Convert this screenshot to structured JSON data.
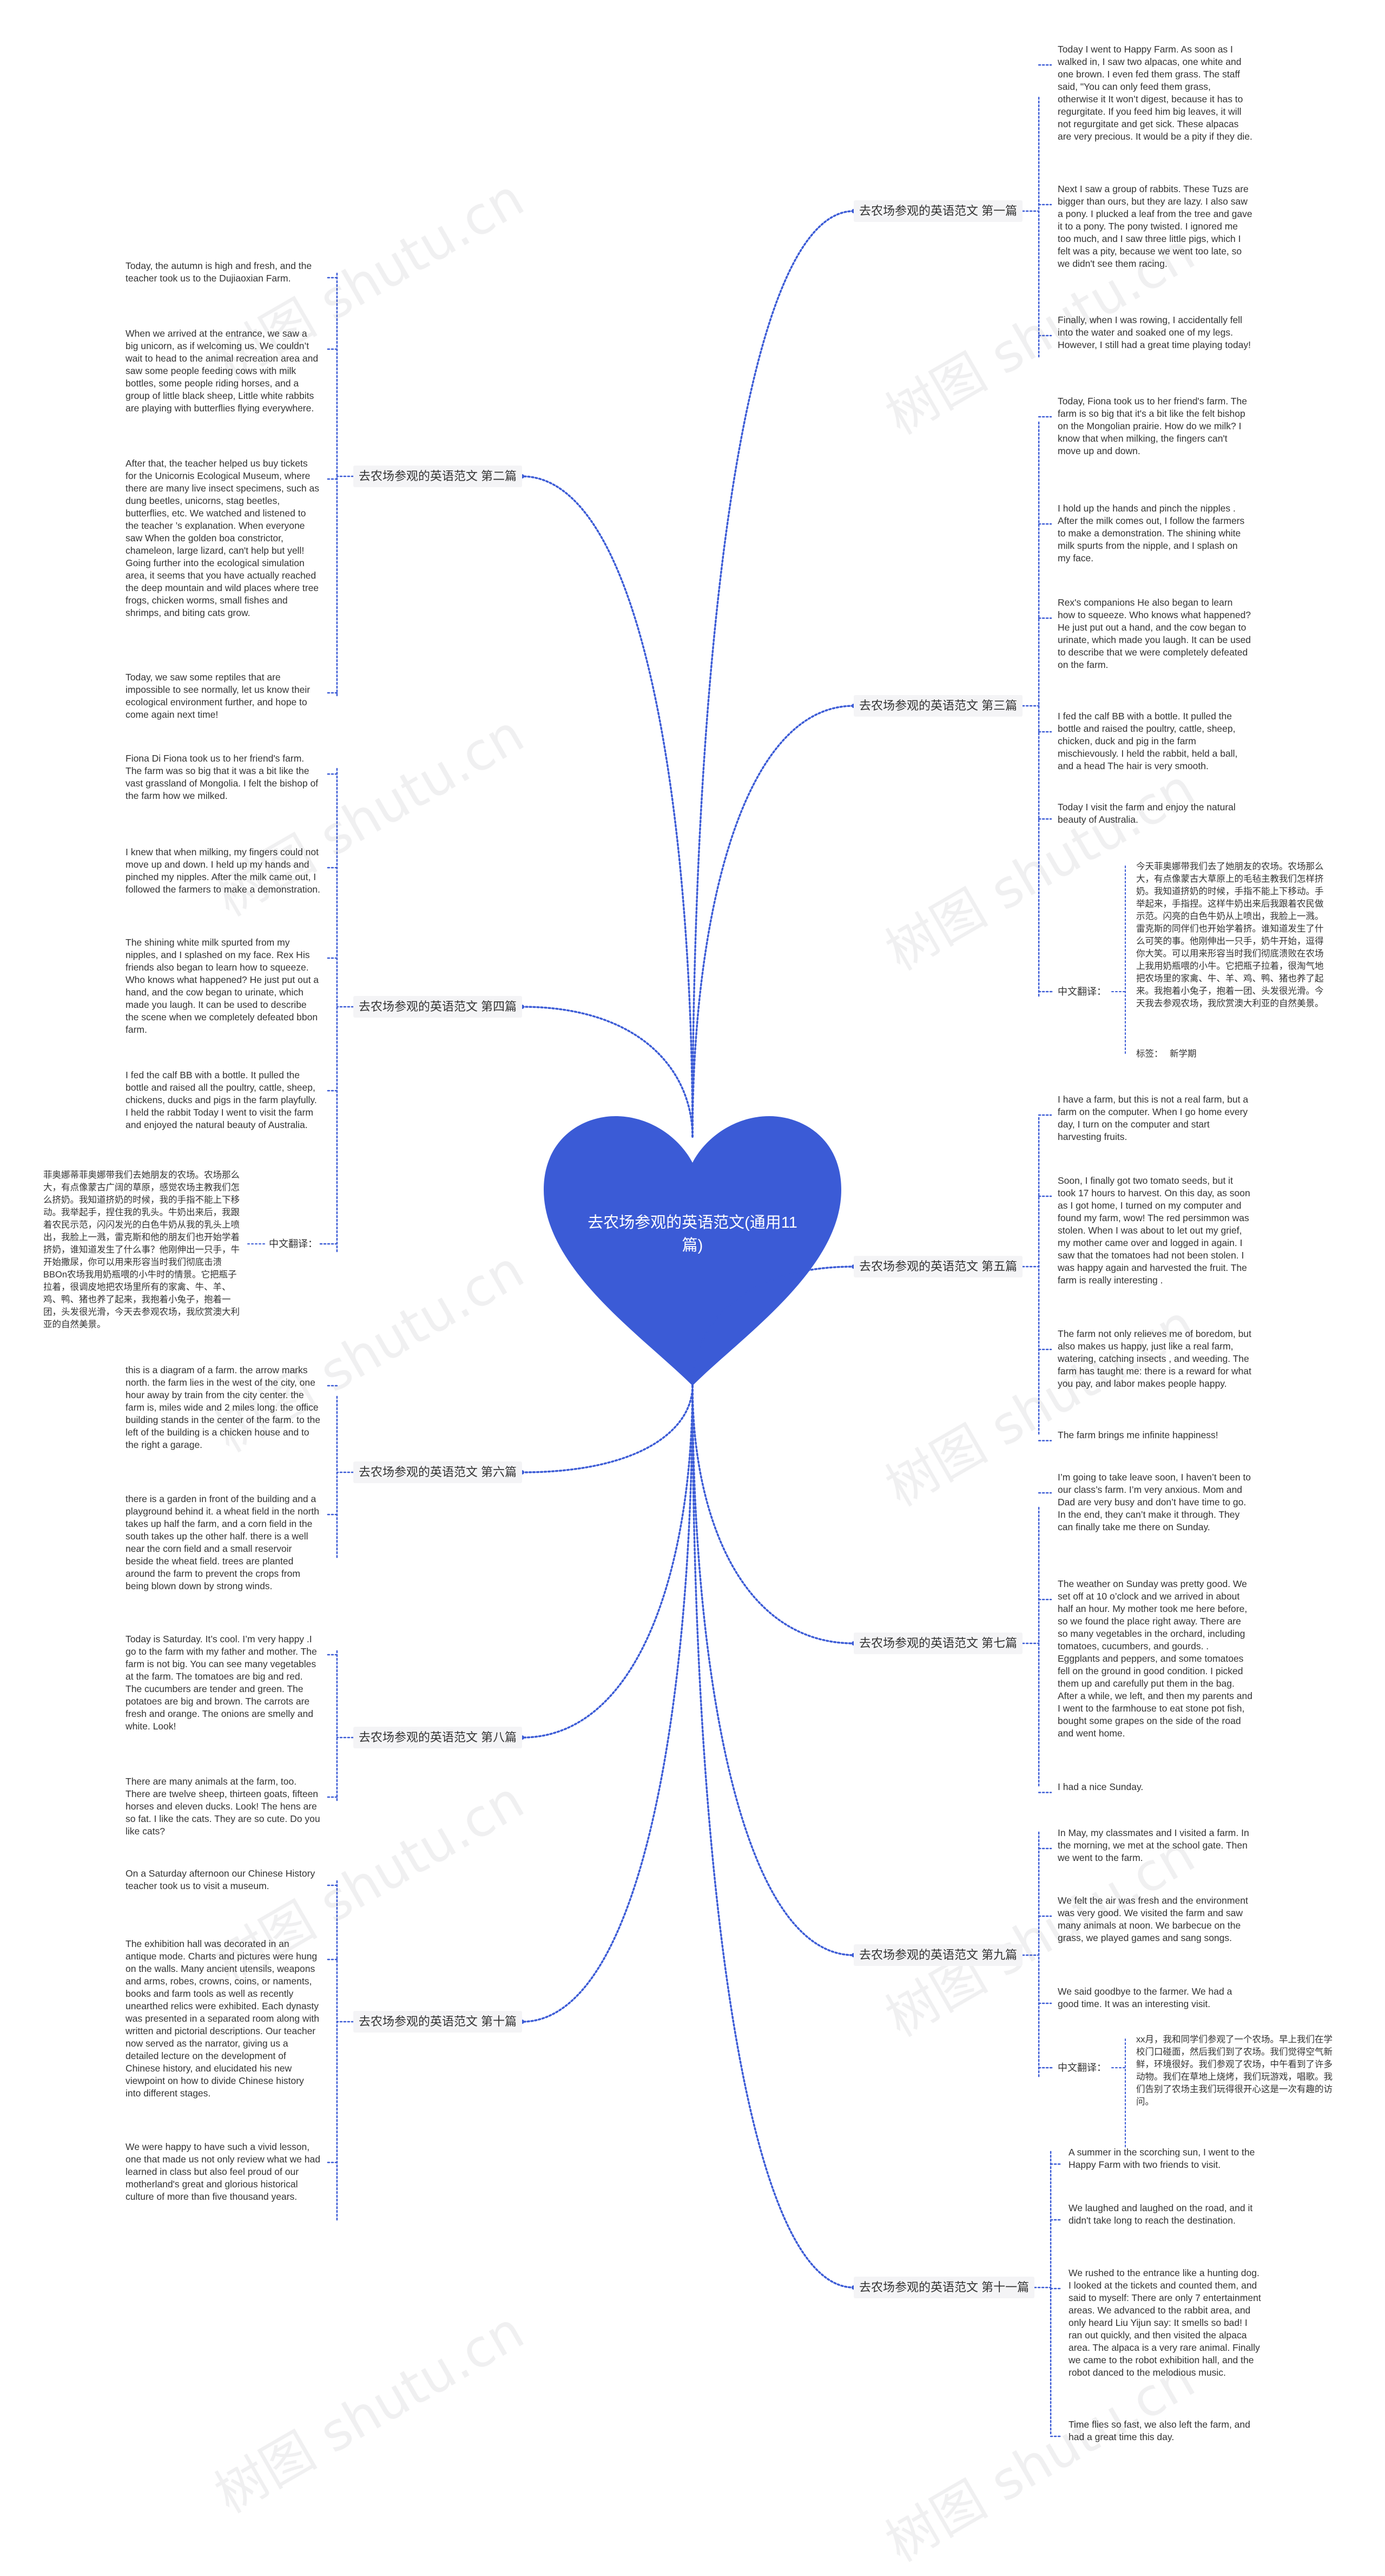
{
  "center": {
    "title": "去农场参观的英语范文(通用11篇)"
  },
  "colors": {
    "accent": "#3b5bd6",
    "line": "#3b5bd6"
  },
  "watermark": "树图 shutu.cn",
  "branches": [
    {
      "key": "b1",
      "label": "去农场参观的英语范文 第一篇",
      "texts": [
        "Today I went to Happy Farm. As soon as I walked in, I saw two alpacas, one white and one brown. I even fed them grass. The staff said, \"You can only feed them grass, otherwise it It won’t digest, because it has to regurgitate. If you feed him big leaves, it will not regurgitate and get sick. These alpacas are very precious. It would be a pity if they die.",
        "Next I saw a group of rabbits. These Tuzs are bigger than ours, but they are lazy. I also saw a pony. I plucked a leaf from the tree and gave it to a pony. The pony twisted. I ignored me too much, and I saw three little pigs, which I felt was a pity, because we went too late, so we didn't see them racing.",
        "Finally, when I was rowing, I accidentally fell into the water and soaked one of my legs. However, I still had a great time playing today!"
      ]
    },
    {
      "key": "b2",
      "label": "去农场参观的英语范文 第二篇",
      "texts": [
        "Today, the autumn is high and fresh, and the teacher took us to the Dujiaoxian Farm.",
        "When we arrived at the entrance, we saw a big unicorn, as if welcoming us. We couldn’t wait to head to the animal recreation area and saw some people feeding cows with milk bottles, some people riding horses, and a group of little black sheep, Little white rabbits are playing with butterflies flying everywhere.",
        "After that, the teacher helped us buy tickets for the Unicornis Ecological Museum, where there are many live insect specimens, such as dung beetles, unicorns, stag beetles, butterflies, etc. We watched and listened to the teacher ’s explanation. When everyone saw When the golden boa constrictor, chameleon, large lizard, can't help but yell! Going further into the ecological simulation area, it seems that you have actually reached the deep mountain and wild places where tree frogs, chicken worms, small fishes and shrimps, and biting cats grow.",
        "Today, we saw some reptiles that are impossible to see normally, let us know their ecological environment further, and hope to come again next time!"
      ]
    },
    {
      "key": "b3",
      "label": "去农场参观的英语范文 第三篇",
      "texts": [
        "Today, Fiona took us to her friend's farm. The farm is so big that it's a bit like the felt bishop on the Mongolian prairie. How do we milk? I know that when milking, the fingers can't move up and down.",
        "I hold up the hands and pinch the nipples . After the milk comes out, I follow the farmers to make a demonstration. The shining white milk spurts from the nipple, and I splash on my face.",
        "Rex's companions He also began to learn how to squeeze. Who knows what happened? He just put out a hand, and the cow began to urinate, which made you laugh. It can be used to describe that we were completely defeated on the farm.",
        "I fed the calf BB with a bottle. It pulled the bottle and raised the poultry, cattle, sheep, chicken, duck and pig in the farm mischievously. I held the rabbit, held a ball, and a head The hair is very smooth.",
        "Today I visit the farm and enjoy the natural beauty of Australia."
      ],
      "extra": {
        "translation_label": "中文翻译：",
        "translation": "今天菲奥娜带我们去了她朋友的农场。农场那么大，有点像蒙古大草原上的毛毡主教我们怎样挤奶。我知道挤奶的时候，手指不能上下移动。手举起来，手指捏。这样牛奶出来后我跟着农民做示范。闪亮的白色牛奶从上喷出，我脸上一溅。雷克斯的同伴们也开始学着挤。谁知道发生了什么可笑的事。他刚伸出一只手，奶牛开始，逗得你大笑。可以用来形容当时我们彻底溃败在农场上我用奶瓶喂的小牛。它把瓶子拉着，很淘气地把农场里的家禽、牛、羊、鸡、鸭、猪也养了起来。我抱着小兔子，抱着一团、头发很光滑。今天我去参观农场，我欣赏澳大利亚的自然美景。",
        "tag_label": "标签：",
        "tag": "新学期"
      }
    },
    {
      "key": "b4",
      "label": "去农场参观的英语范文 第四篇",
      "texts": [
        "Fiona Di Fiona took us to her friend's farm. The farm was so big that it was a bit like the vast grassland of Mongolia. I felt the bishop of the farm how we milked.",
        "I knew that when milking, my fingers could not move up and down. I held up my hands and pinched my nipples. After the milk came out, I followed the farmers to make a demonstration.",
        "The shining white milk spurted from my nipples, and I splashed on my face. Rex His friends also began to learn how to squeeze. Who knows what happened? He just put out a hand, and the cow began to urinate, which made you laugh. It can be used to describe the scene when we completely defeated bbon farm.",
        "I fed the calf BB with a bottle. It pulled the bottle and raised all the poultry, cattle, sheep, chickens, ducks and pigs in the farm playfully. I held the rabbit Today I went to visit the farm and enjoyed the natural beauty of Australia."
      ],
      "extra": {
        "translation_label": "中文翻译：",
        "translation": "菲奥娜蒂菲奥娜带我们去她朋友的农场。农场那么大，有点像蒙古广阔的草原，感觉农场主教我们怎么挤奶。我知道挤奶的时候，我的手指不能上下移动。我举起手，捏住我的乳头。牛奶出来后，我跟着农民示范，闪闪发光的白色牛奶从我的乳头上喷出，我脸上一溅，雷克斯和他的朋友们也开始学着挤奶，谁知道发生了什么事？他刚伸出一只手，牛开始撒尿，你可以用来形容当时我们彻底击溃BBOn农场我用奶瓶喂的小牛时的情景。它把瓶子拉着，很调皮地把农场里所有的家禽、牛、羊、鸡、鸭、猪也养了起来，我抱着小兔子，抱着一团，头发很光滑，今天去参观农场，我欣赏澳大利亚的自然美景。"
      }
    },
    {
      "key": "b5",
      "label": "去农场参观的英语范文 第五篇",
      "texts": [
        "I have a farm, but this is not a real farm, but a farm on the computer. When I go home every day, I turn on the computer and start harvesting fruits.",
        "Soon, I finally got two tomato seeds, but it took 17 hours to harvest. On this day, as soon as I got home, I turned on my computer and found my farm, wow! The red persimmon was stolen. When I was about to let out my grief, my mother came over and logged in again. I saw that the tomatoes had not been stolen. I was happy again and harvested the fruit. The farm is really interesting .",
        "The farm not only relieves me of boredom, but also makes us happy, just like a real farm, watering, catching insects , and weeding. The farm has taught me: there is a reward for what you pay, and labor makes people happy.",
        "The farm brings me infinite happiness!"
      ]
    },
    {
      "key": "b6",
      "label": "去农场参观的英语范文 第六篇",
      "texts": [
        "this is a diagram of a farm. the arrow marks north. the farm lies in the west of the city, one hour away by train from the city center. the farm is, miles wide and 2 miles long. the office building stands in the center of the farm. to the left of the building is a chicken house and to the right a garage.",
        "there is a garden in front of the building and a playground behind it. a wheat field in the north takes up half the farm, and a corn field in the south takes up the other half. there is a well near the corn field and a small reservoir beside the wheat field. trees are planted around the farm to prevent the crops from being blown down by strong winds."
      ]
    },
    {
      "key": "b7",
      "label": "去农场参观的英语范文 第七篇",
      "texts": [
        "I’m going to take leave soon, I haven’t been to our class’s farm. I’m very anxious. Mom and Dad are very busy and don’t have time to go. In the end, they can’t make it through. They can finally take me there on Sunday.",
        "The weather on Sunday was pretty good. We set off at 10 o’clock and we arrived in about half an hour. My mother took me here before, so we found the place right away. There are so many vegetables in the orchard, including tomatoes, cucumbers, and gourds. . Eggplants and peppers, and some tomatoes fell on the ground in good condition. I picked them up and carefully put them in the bag. After a while, we left, and then my parents and I went to the farmhouse to eat stone pot fish, bought some grapes on the side of the road and went home.",
        "I had a nice Sunday."
      ]
    },
    {
      "key": "b8",
      "label": "去农场参观的英语范文 第八篇",
      "texts": [
        "Today is Saturday. It’s cool. I’m very happy .I go to the farm with my father and mother. The farm is not big. You can see many vegetables at the farm. The tomatoes are big and red. The cucumbers are tender and green. The potatoes are big and brown. The carrots are fresh and orange. The onions are smelly and white. Look!",
        "There are many animals at the farm, too. There are twelve sheep, thirteen goats, fifteen horses and eleven ducks. Look! The hens are so fat. I like the cats. They are so cute. Do you like cats?"
      ]
    },
    {
      "key": "b9",
      "label": "去农场参观的英语范文 第九篇",
      "texts": [
        "In May, my classmates and I visited a farm. In the morning, we met at the school gate. Then we went to the farm.",
        "We felt the air was fresh and the environment was very good. We visited the farm and saw many animals at noon. We barbecue on the grass, we played games and sang songs.",
        "We said goodbye to the farmer. We had a good time. It was an interesting visit."
      ],
      "extra": {
        "translation_label": "中文翻译：",
        "translation": "xx月，我和同学们参观了一个农场。早上我们在学校门口碰面，然后我们到了农场。我们觉得空气新鲜，环境很好。我们参观了农场，中午看到了许多动物。我们在草地上烧烤，我们玩游戏，唱歌。我们告别了农场主我们玩得很开心这是一次有趣的访问。"
      }
    },
    {
      "key": "b10",
      "label": "去农场参观的英语范文 第十篇",
      "texts": [
        "On a Saturday afternoon our Chinese History teacher took us to visit a museum.",
        "The exhibition hall was decorated in an antique mode. Charts and pictures were hung on the walls. Many ancient utensils, weapons and arms, robes, crowns, coins, or naments, books and farm tools as well as recently unearthed relics were exhibited. Each dynasty was presented in a separated room along with written and pictorial descriptions. Our teacher now served as the narrator, giving us a detailed lecture on the development of Chinese history, and elucidated his new viewpoint on how to divide Chinese history into different stages.",
        "We were happy to have such a vivid lesson, one that made us not only review what we had learned in class but also feel proud of our motherland's great and glorious historical culture of more than five thousand years."
      ]
    },
    {
      "key": "b11",
      "label": "去农场参观的英语范文 第十一篇",
      "texts": [
        "A summer in the scorching sun, I went to the Happy Farm with two friends to visit.",
        "We laughed and laughed on the road, and it didn't take long to reach the destination.",
        "We rushed to the entrance like a hunting dog. I looked at the tickets and counted them, and said to myself: There are only 7 entertainment areas. We advanced to the rabbit area, and only heard Liu Yijun say: It smells so bad! I ran out quickly, and then visited the alpaca area. The alpaca is a very rare animal. Finally we came to the robot exhibition hall, and the robot danced to the melodious music.",
        "Time flies so fast, we also left the farm, and had a great time this day."
      ]
    }
  ]
}
